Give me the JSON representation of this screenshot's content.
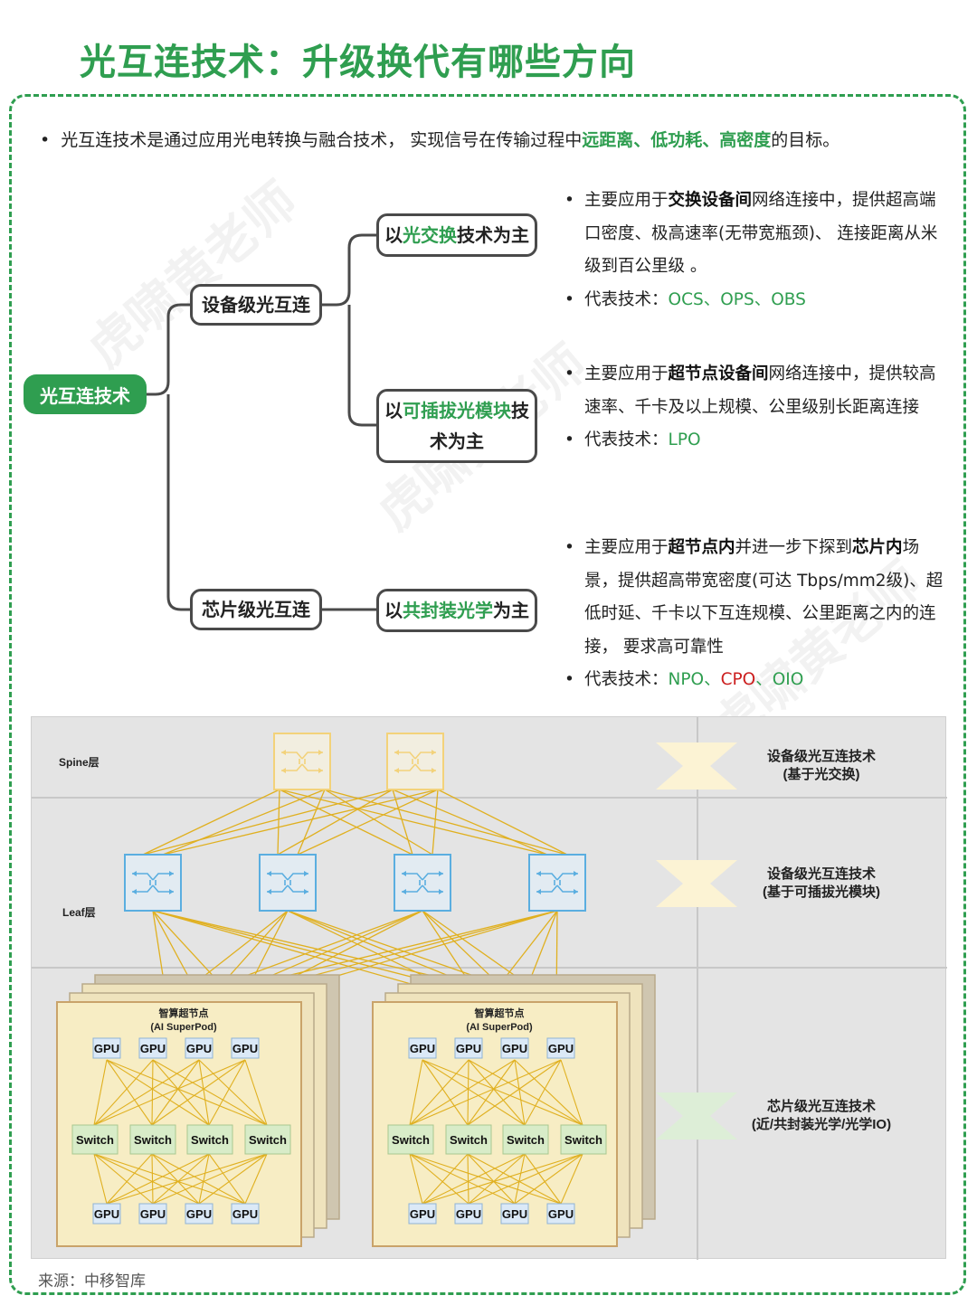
{
  "title": "光互连技术：升级换代有哪些方向",
  "intro": {
    "prefix": "光互连技术是通过应用光电转换与融合技术， 实现信号在传输过程中",
    "highlight": "远距离、低功耗、高密度",
    "suffix": "的目标。"
  },
  "watermark": "虎啸黄老师",
  "tree": {
    "root": "光互连技术",
    "device_level": "设备级光互连",
    "chip_level": "芯片级光互连",
    "leaf1": {
      "pre": "以",
      "hl": "光交换",
      "post": "技术为主"
    },
    "leaf2": {
      "pre": "以",
      "hl": "可插拔光模块",
      "post": "技术为主"
    },
    "leaf3": {
      "pre": "以",
      "hl": "共封装光学",
      "post": "为主"
    }
  },
  "descriptions": {
    "d1": {
      "p1": "主要应用于",
      "b1": "交换设备间",
      "p2": "网络连接中，提供超高端口密度、极高速率(无带宽瓶颈)、 连接距离从米级到百公里级 。",
      "rep_label": "代表技术：",
      "rep": "OCS、OPS、OBS"
    },
    "d2": {
      "p1": "主要应用于",
      "b1": "超节点设备间",
      "p2": "网络连接中，提供较高速率、千卡及以上规模、公里级别长距离连接",
      "rep_label": "代表技术：",
      "rep": "LPO"
    },
    "d3": {
      "p1": "主要应用于",
      "b1": "超节点内",
      "p2": "并进一步下探到",
      "b2": "芯片内",
      "p3": "场景，提供超高带宽密度(可达 Tbps/mm2级)、超低时延、千卡以下互连规模、公里距离之内的连接， 要求高可靠性",
      "rep_label": "代表技术：",
      "rep_a": "NPO",
      "sep1": "、",
      "rep_b": "CPO",
      "sep2": "、",
      "rep_c": "OIO"
    }
  },
  "network": {
    "spine_label": "Spine层",
    "leaf_label": "Leaf层",
    "superpod_title": "智算超节点",
    "superpod_subtitle": "(AI SuperPod)",
    "gpu": "GPU",
    "switch": "Switch",
    "arrow1_line1": "设备级光互连技术",
    "arrow1_line2": "(基于光交换)",
    "arrow2_line1": "设备级光互连技术",
    "arrow2_line2": "(基于可插拔光模块)",
    "arrow3_line1": "芯片级光互连技术",
    "arrow3_line2": "(近/共封装光学/光学IO)",
    "colors": {
      "spine": "#f3d27a",
      "leaf": "#5aaee0",
      "link": "#e0b020",
      "pod": "#f7edc4"
    }
  },
  "source": "来源：中移智库"
}
